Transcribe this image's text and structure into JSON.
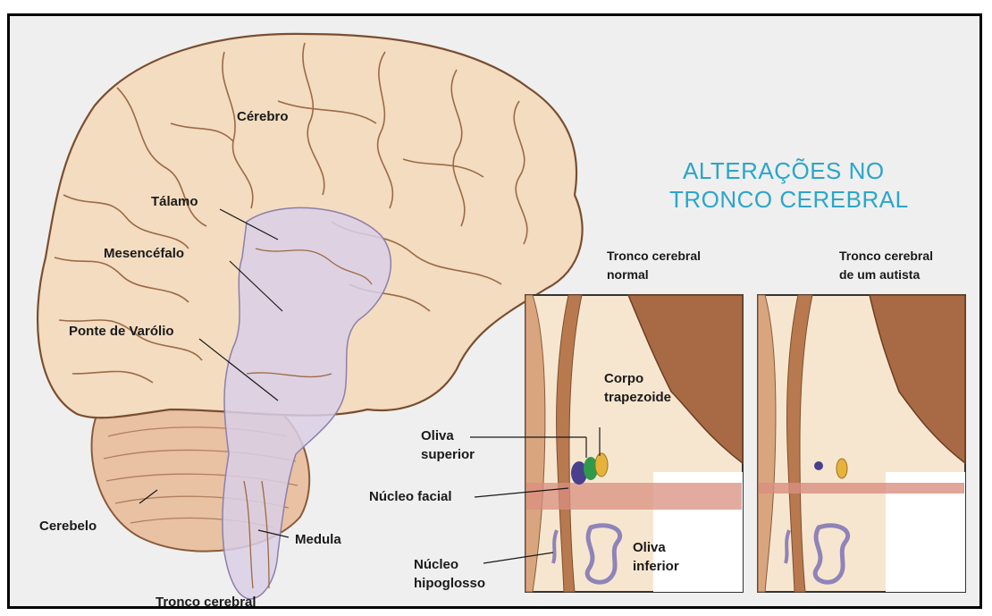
{
  "figure": {
    "title_line1": "ALTERAÇÕES NO",
    "title_line2": "TRONCO CEREBRAL",
    "colors": {
      "title": "#2aa6c9",
      "brain": "#f3dcc0",
      "brainstem": "#d9cfe6",
      "cerebellum": "#e9c1a3",
      "oliva_superior": "#4a3f8e",
      "nucleo_facial": "#2f9a4a",
      "corpo_trapezoide": "#e6b23a",
      "band": "#d98f80"
    }
  },
  "brain_labels": {
    "cerebro": "Cérebro",
    "talamo": "Tálamo",
    "mesencefalo": "Mesencéfalo",
    "ponte": "Ponte de Varólio",
    "cerebelo": "Cerebelo",
    "medula": "Medula",
    "tronco": "Tronco cerebral"
  },
  "panels": {
    "normal": {
      "heading_line1": "Tronco cerebral",
      "heading_line2": "normal"
    },
    "autista": {
      "heading_line1": "Tronco cerebral",
      "heading_line2": "de um autista"
    }
  },
  "panel_labels": {
    "corpo_line1": "Corpo",
    "corpo_line2": "trapezoide",
    "oliva_sup_line1": "Oliva",
    "oliva_sup_line2": "superior",
    "nucleo_facial": "Núcleo facial",
    "nucleo_hipo_line1": "Núcleo",
    "nucleo_hipo_line2": "hipoglosso",
    "oliva_inf_line1": "Oliva",
    "oliva_inf_line2": "inferior"
  }
}
